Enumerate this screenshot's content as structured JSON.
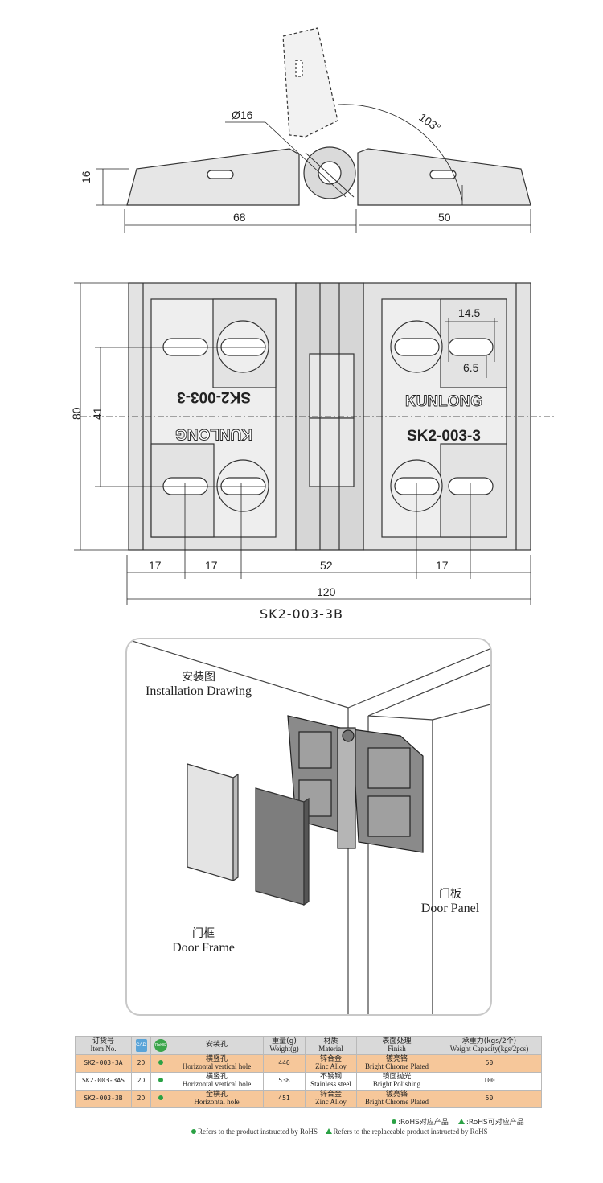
{
  "dimensions": {
    "pin_diameter": "Ø16",
    "open_angle": "103°",
    "height": "16",
    "left_leaf_width": "68",
    "right_leaf_width": "50",
    "slot_length": "14.5",
    "slot_width": "6.5",
    "total_height": "80",
    "hole_spacing_vertical": "41",
    "seg_1": "17",
    "seg_2": "17",
    "seg_3": "52",
    "seg_4": "17",
    "total_width": "120"
  },
  "embossing": {
    "brand": "KUNLONG",
    "model": "SK2-003-3"
  },
  "model_label": "SK2-003-3B",
  "installation": {
    "title_zh": "安装图",
    "title_en": "Installation Drawing",
    "door_frame_zh": "门框",
    "door_frame_en": "Door Frame",
    "door_panel_zh": "门板",
    "door_panel_en": "Door Panel"
  },
  "table": {
    "headers": {
      "item_zh": "订货号",
      "item_en": "Item No.",
      "cad_icon": "CAD",
      "rohs_icon": "RoHS",
      "hole_zh": "安装孔",
      "weight_zh": "重量(g)",
      "weight_en": "Weight(g)",
      "material_zh": "材质",
      "material_en": "Material",
      "finish_zh": "表面处理",
      "finish_en": "Finish",
      "capacity_zh": "承重力(kgs/2个)",
      "capacity_en": "Weight Capacity(kgs/2pcs)"
    },
    "rows": [
      {
        "item": "SK2-003-3A",
        "cad": "2D",
        "hole_zh": "横竖孔",
        "hole_en": "Horizontal vertical hole",
        "weight": "446",
        "material_zh": "锌合金",
        "material_en": "Zinc Alloy",
        "finish_zh": "镀亮铬",
        "finish_en": "Bright Chrome Plated",
        "capacity": "50"
      },
      {
        "item": "SK2-003-3AS",
        "cad": "2D",
        "hole_zh": "横竖孔",
        "hole_en": "Horizontal vertical hole",
        "weight": "538",
        "material_zh": "不锈钢",
        "material_en": "Stainless steel",
        "finish_zh": "镜面抛光",
        "finish_en": "Bright Polishing",
        "capacity": "100"
      },
      {
        "item": "SK2-003-3B",
        "cad": "2D",
        "hole_zh": "全横孔",
        "hole_en": "Horizontal hole",
        "weight": "451",
        "material_zh": "锌合金",
        "material_en": "Zinc Alloy",
        "finish_zh": "镀亮铬",
        "finish_en": "Bright Chrome Plated",
        "capacity": "50"
      }
    ]
  },
  "legend": {
    "rohs_zh": ":RoHS对应产品",
    "rohs_replaceable_zh": ":RoHS可对应产品",
    "rohs_en": "Refers to the product instructed by RoHS",
    "rohs_replaceable_en": "Refers to the replaceable product instructed by RoHS"
  },
  "colors": {
    "row_highlight": "#f6c79a",
    "header_bg": "#d9d9d9",
    "rohs_green": "#2aa144"
  }
}
